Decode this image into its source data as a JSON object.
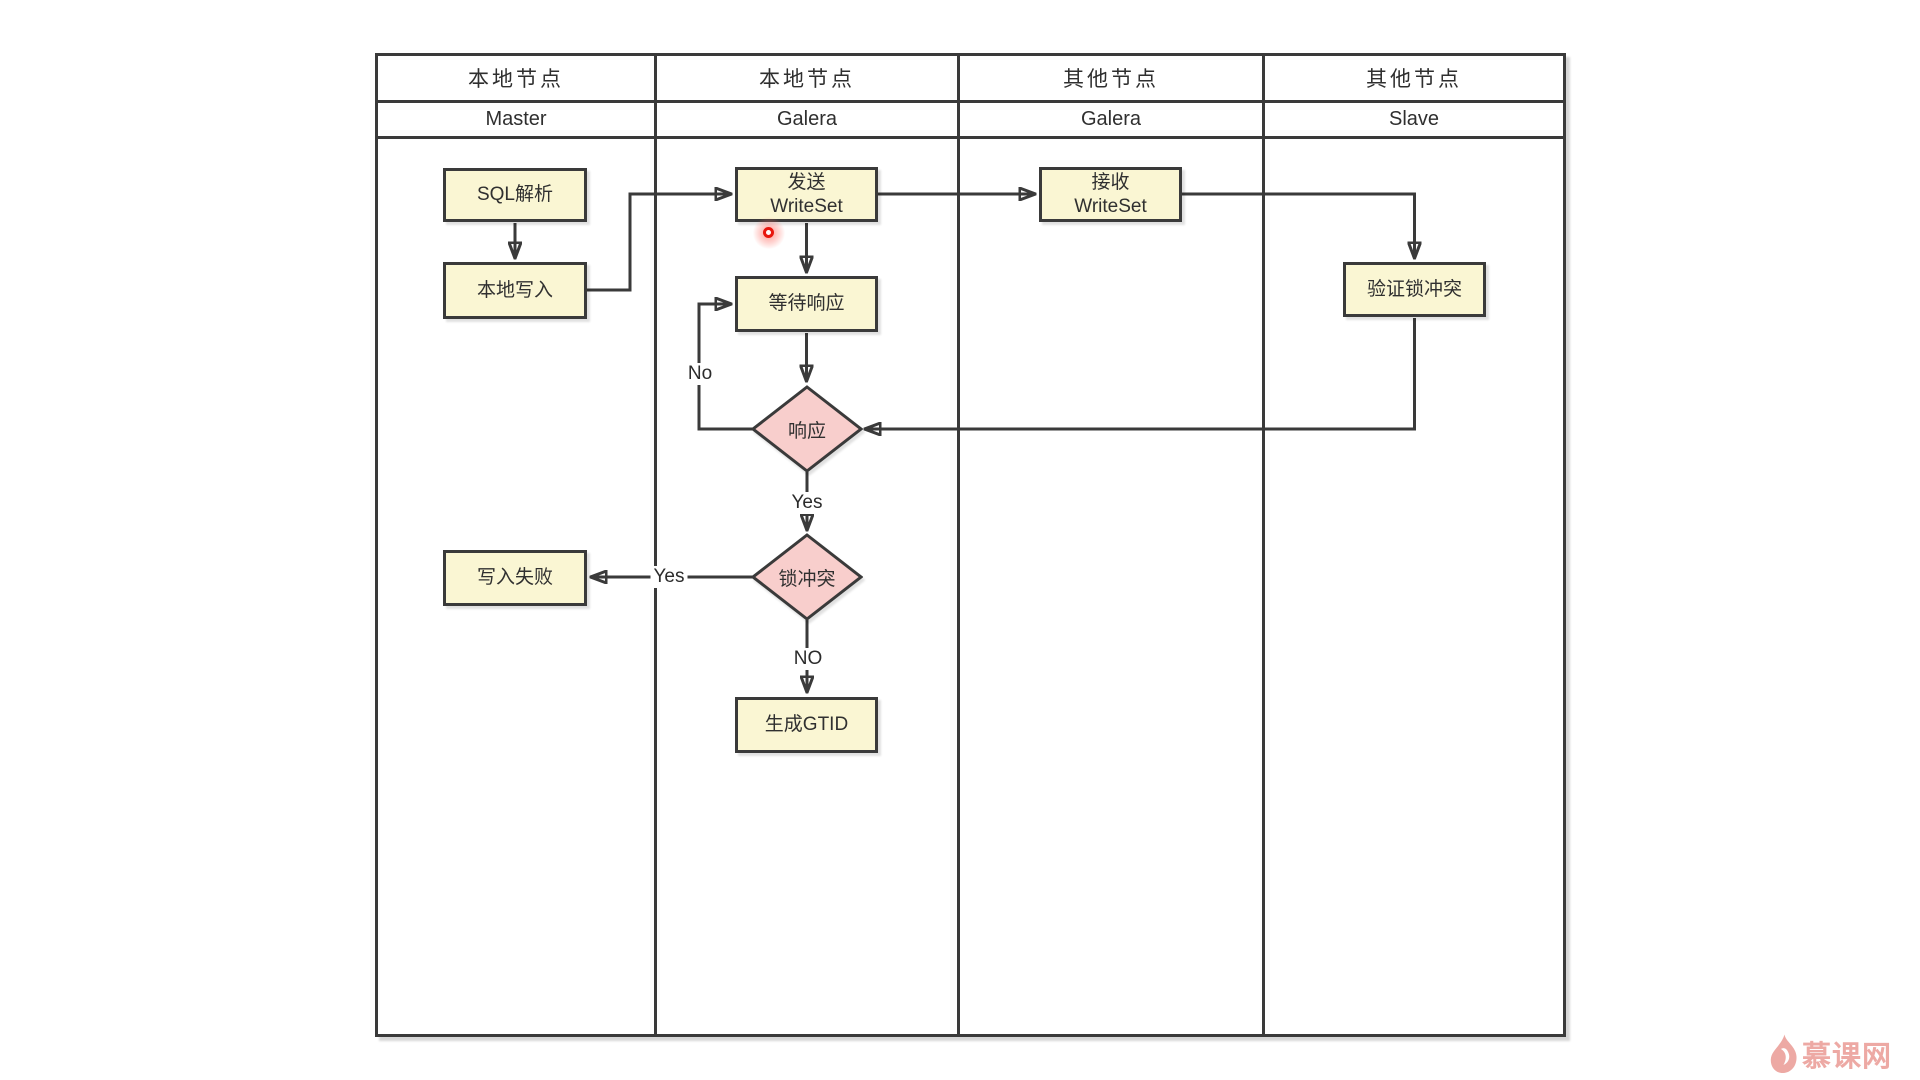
{
  "diagram_title": "Galera write-set replication flow (swimlane flowchart)",
  "lanes": {
    "columns": [
      {
        "group": "本地节点",
        "name": "Master"
      },
      {
        "group": "本地节点",
        "name": "Galera"
      },
      {
        "group": "其他节点",
        "name": "Galera"
      },
      {
        "group": "其他节点",
        "name": "Slave"
      }
    ]
  },
  "nodes": {
    "sql_parse": {
      "label": "SQL解析"
    },
    "local_write": {
      "label": "本地写入"
    },
    "send_writeset": {
      "line1": "发送",
      "line2": "WriteSet"
    },
    "recv_writeset": {
      "line1": "接收",
      "line2": "WriteSet"
    },
    "verify_lock": {
      "label": "验证锁冲突"
    },
    "wait_response": {
      "label": "等待响应"
    },
    "response_decision": {
      "label": "响应"
    },
    "lock_conflict_decision": {
      "label": "锁冲突"
    },
    "write_fail": {
      "label": "写入失败"
    },
    "gen_gtid": {
      "label": "生成GTID"
    }
  },
  "edge_labels": {
    "response_no": "No",
    "response_yes": "Yes",
    "conflict_yes": "Yes",
    "conflict_no": "NO"
  },
  "watermark": {
    "text": "慕课网"
  },
  "colors": {
    "background": "#FFFFFF",
    "line": "#3A3A3A",
    "node_fill": "#FAF6D3",
    "decision_fill": "#F8CECC",
    "text": "#2F2F2F",
    "watermark": "#EDA9A4",
    "pointer_dot": "#E8150D"
  }
}
